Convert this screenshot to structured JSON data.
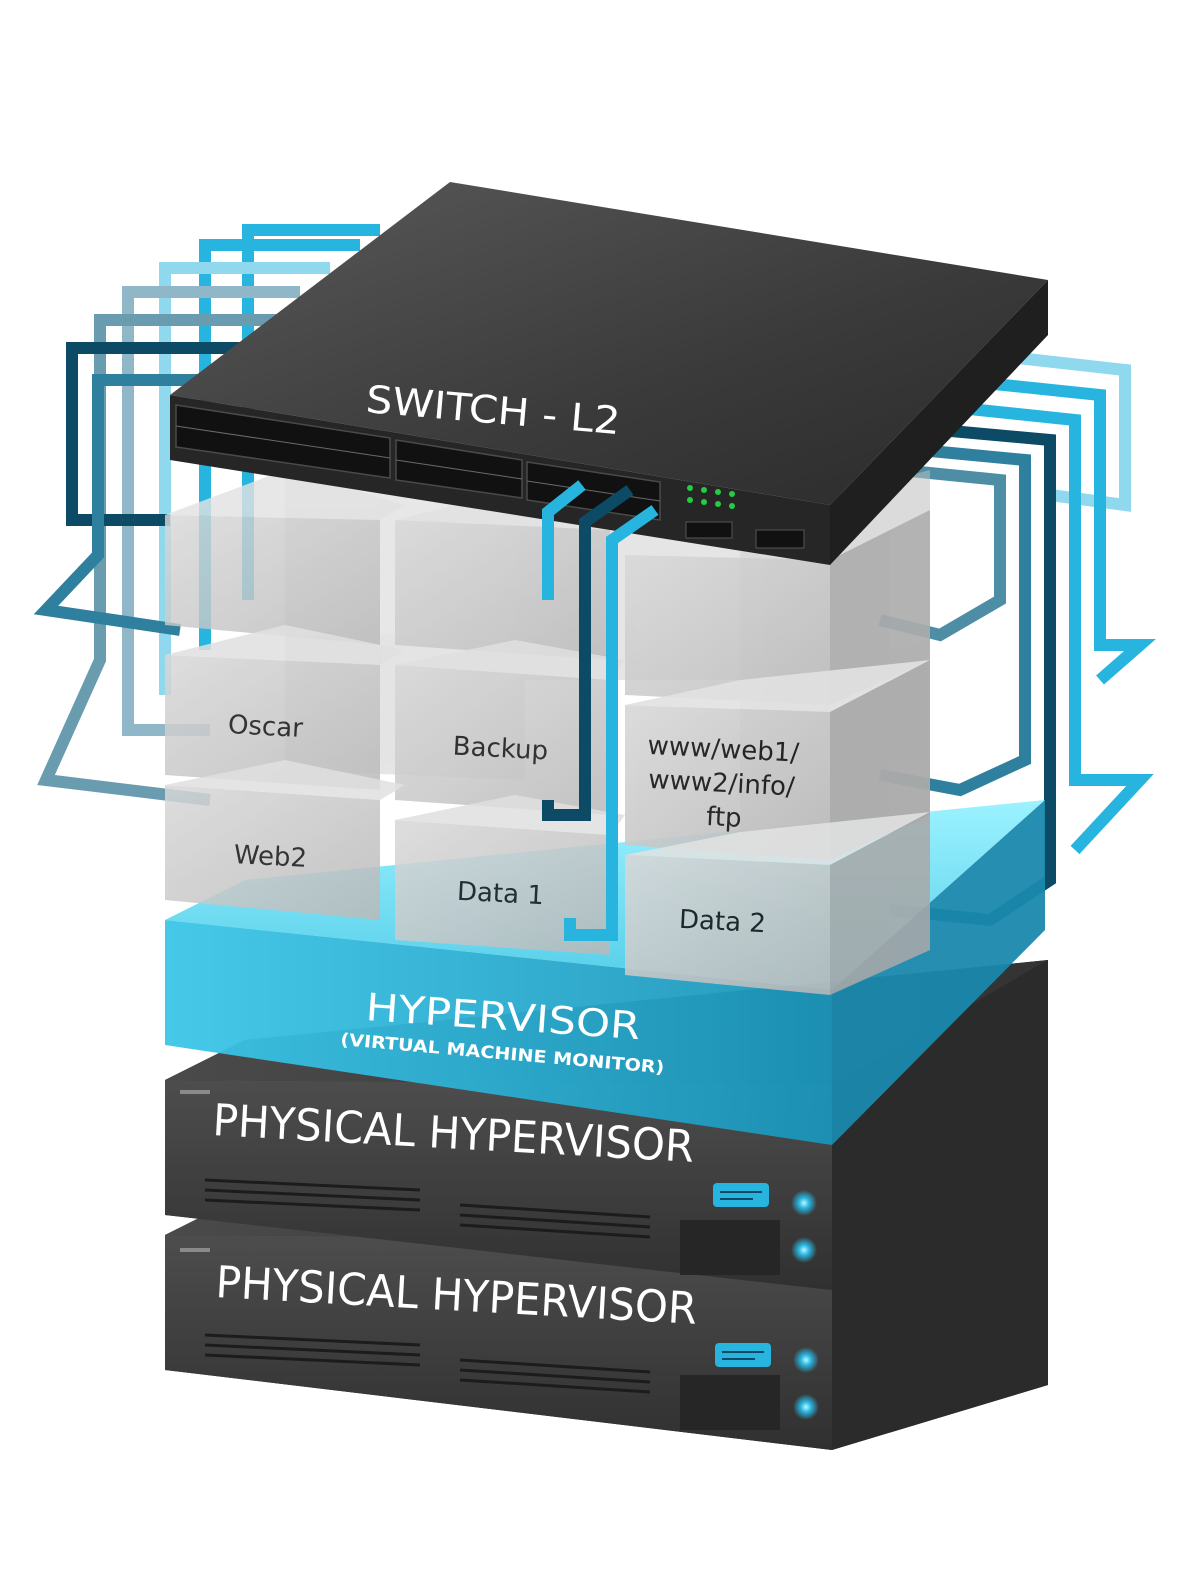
{
  "switch": {
    "label": "SWITCH - L2"
  },
  "vms": [
    {
      "id": "oscar",
      "label_lines": [
        "Oscar"
      ]
    },
    {
      "id": "backup",
      "label_lines": [
        "Backup"
      ]
    },
    {
      "id": "www",
      "label_lines": [
        "www/web1/",
        "www2/info/",
        "ftp"
      ]
    },
    {
      "id": "web2",
      "label_lines": [
        "Web2"
      ]
    },
    {
      "id": "data1",
      "label_lines": [
        "Data 1"
      ]
    },
    {
      "id": "data2",
      "label_lines": [
        "Data 2"
      ]
    }
  ],
  "hypervisor": {
    "title": "HYPERVISOR",
    "subtitle": "(VIRTUAL MACHINE MONITOR)"
  },
  "servers": [
    {
      "label": "PHYSICAL HYPERVISOR"
    },
    {
      "label": "PHYSICAL HYPERVISOR"
    }
  ],
  "colors": {
    "cable_dark": "#0d4a66",
    "cable_mid": "#2f7f9e",
    "cable_light": "#27b5e0",
    "cable_pale": "#8fc4d8",
    "hypervisor": "#1fa6c8",
    "server": "#3c3c3c",
    "vm_box": "#c9c9c9",
    "led_green": "#22cc44",
    "led_blue": "#27b5e0"
  }
}
